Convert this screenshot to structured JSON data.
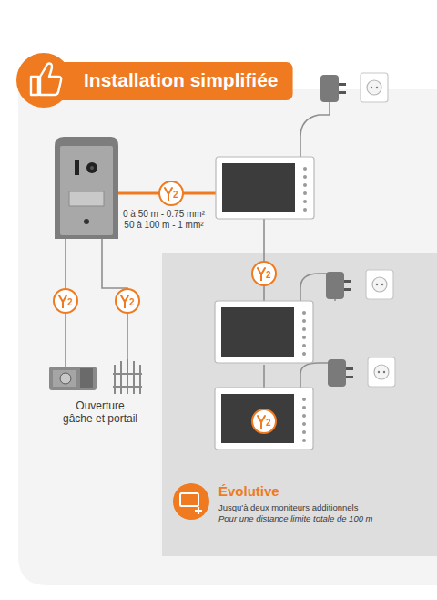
{
  "diagram": {
    "title": "Installation simplifiée",
    "nodes": [
      {
        "text": [
          "2"
        ]
      },
      {
        "text": [
          "Évolutive",
          "Jusqu'à deux moniteurs additionnels",
          "Pour une distance limite totale de 100 m"
        ]
      },
      {
        "text": [
          "2"
        ],
        "in": 1
      },
      {
        "text": [
          "2"
        ]
      },
      {
        "text": [
          "2"
        ]
      },
      {
        "text": [
          "2"
        ],
        "in": 1
      }
    ],
    "labels": [
      "0 à 50 m - 0.75 mm²",
      "50 à 100 m - 1 mm²",
      "Ouverture gâche et portail"
    ]
  }
}
